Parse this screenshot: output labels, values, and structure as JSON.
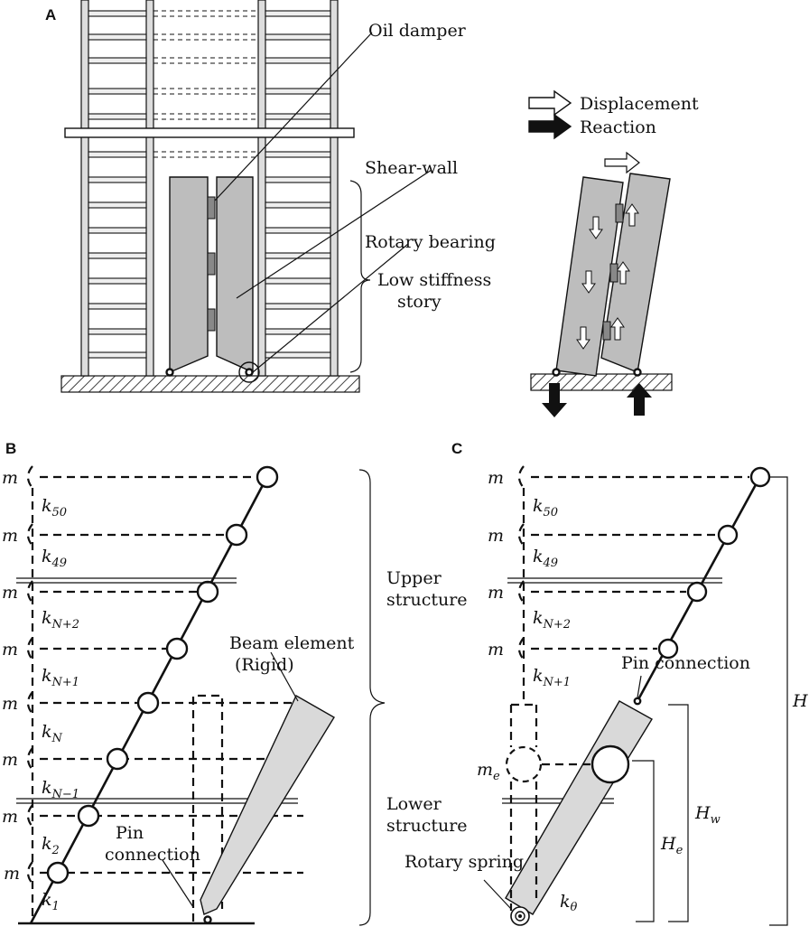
{
  "panels": {
    "a": "A",
    "b": "B",
    "c": "C"
  },
  "panel_a": {
    "oil_damper": "Oil damper",
    "shear_wall": "Shear-wall",
    "rotary_bearing": "Rotary bearing",
    "low_stiffness_1": "Low stiffness",
    "low_stiffness_2": "story",
    "legend_displacement": "Displacement",
    "legend_reaction": "Reaction"
  },
  "panel_b": {
    "mass": "m",
    "stiffness": [
      {
        "base": "k",
        "sub": "50"
      },
      {
        "base": "k",
        "sub": "49"
      },
      {
        "base": "k",
        "sub": "N+2"
      },
      {
        "base": "k",
        "sub": "N+1"
      },
      {
        "base": "k",
        "sub": "N"
      },
      {
        "base": "k",
        "sub": "N−1"
      },
      {
        "base": "k",
        "sub": "2"
      },
      {
        "base": "k",
        "sub": "1"
      }
    ],
    "beam_1": "Beam element",
    "beam_2": "(Rigid)",
    "pin_1": "Pin",
    "pin_2": "connection",
    "upper_1": "Upper",
    "upper_2": "structure",
    "lower_1": "Lower",
    "lower_2": "structure"
  },
  "panel_c": {
    "mass": "m",
    "me_base": "m",
    "me_sub": "e",
    "stiffness": [
      {
        "base": "k",
        "sub": "50"
      },
      {
        "base": "k",
        "sub": "49"
      },
      {
        "base": "k",
        "sub": "N+2"
      },
      {
        "base": "k",
        "sub": "N+1"
      }
    ],
    "pin": "Pin connection",
    "rotary_spring": "Rotary spring",
    "ktheta_base": "k",
    "ktheta_sub": "θ",
    "H": "H",
    "Hw_base": "H",
    "Hw_sub": "w",
    "He_base": "H",
    "He_sub": "e"
  }
}
